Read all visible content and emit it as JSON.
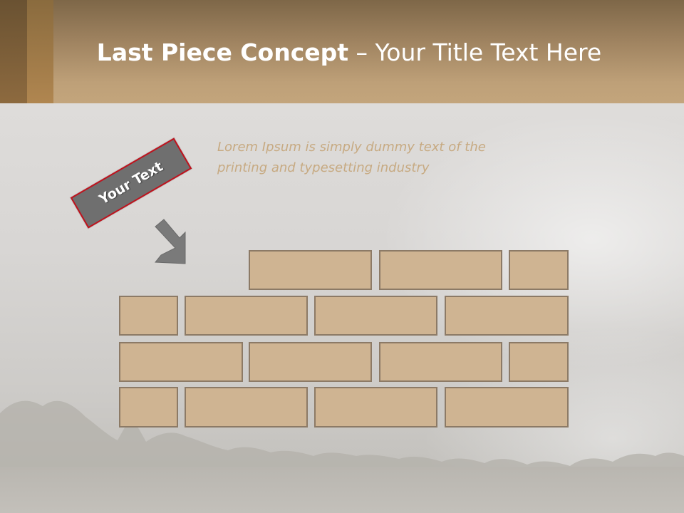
{
  "slide": {
    "title_strong": "Last Piece Concept",
    "title_rest": "– Your Title Text Here",
    "lorem_line1": "Lorem Ipsum is simply dummy text of the",
    "lorem_line2": "printing and typesetting industry",
    "tag_label": "Your Text"
  },
  "colors": {
    "header_brown": "#c3a57c",
    "brick_fill": "#cfb492",
    "brick_border": "#8c7a66",
    "tag_fill": "#6f6f6f",
    "tag_border": "#c0121d",
    "lorem_text": "#c7aa82"
  },
  "icons": {
    "arrow": "arrow-down-right-icon"
  }
}
